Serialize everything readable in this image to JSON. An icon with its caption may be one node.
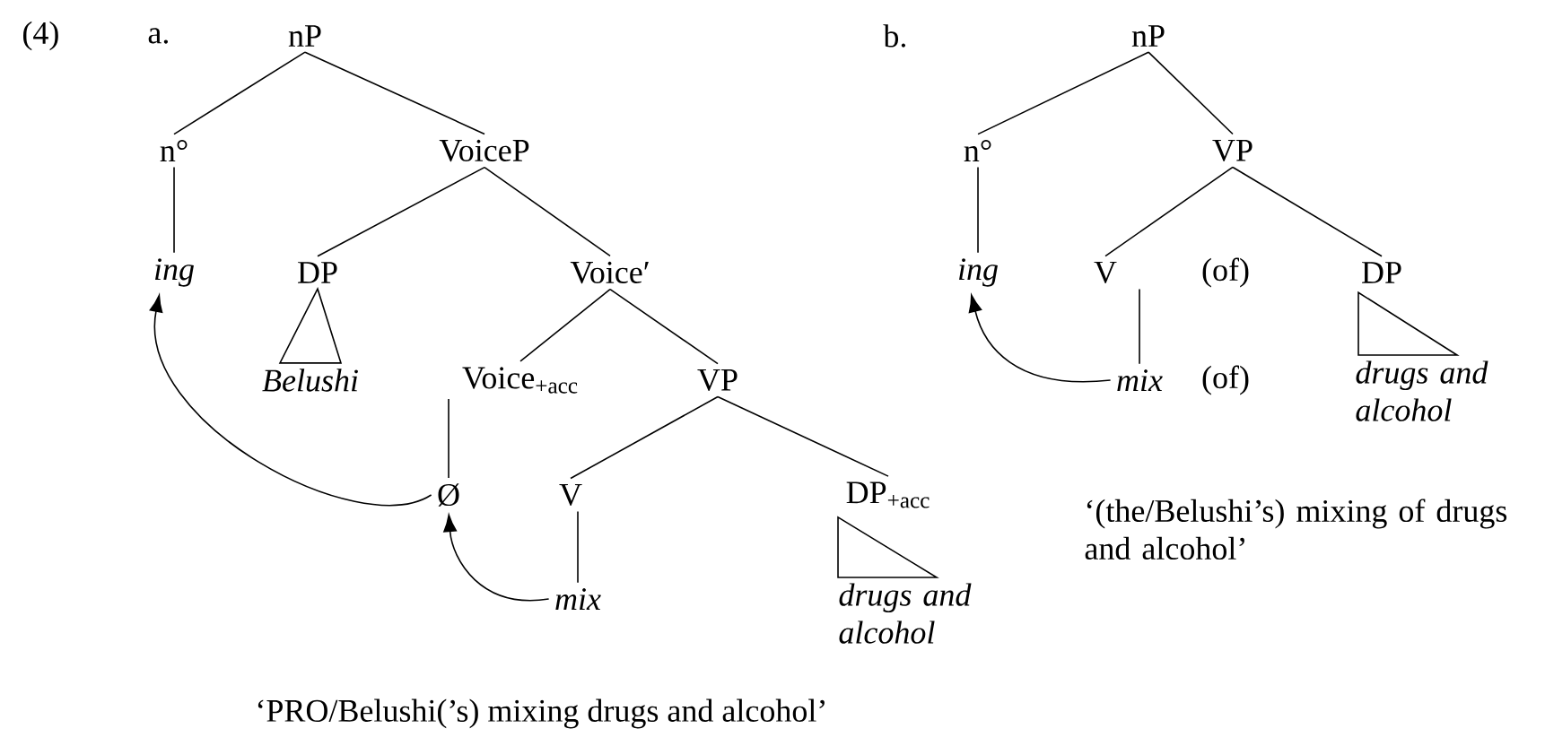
{
  "diagram": {
    "nodes": [
      {
        "text": [
          "nP"
        ]
      },
      {
        "text": [
          "n°"
        ]
      },
      {
        "text": [
          "VoiceP"
        ]
      },
      {
        "text": [
          "ing"
        ]
      },
      {
        "text": [
          "DP"
        ]
      },
      {
        "text": [
          "Voice′"
        ]
      },
      {
        "text": [
          "Belushi"
        ]
      },
      {
        "text": [
          "Voice$_{+acc}$"
        ]
      },
      {
        "text": [
          "VP"
        ]
      },
      {
        "text": [
          "Ø"
        ]
      },
      {
        "text": [
          "V"
        ]
      },
      {
        "text": [
          "DP$_{+acc}$"
        ]
      },
      {
        "text": [
          "mix"
        ]
      },
      {
        "text": [
          "drugs and alcohol"
        ]
      },
      {
        "text": [
          "nP"
        ]
      },
      {
        "text": [
          "n°"
        ]
      },
      {
        "text": [
          "VP"
        ]
      },
      {
        "text": [
          "ing"
        ]
      },
      {
        "text": [
          "V"
        ]
      },
      {
        "text": [
          "(of)"
        ]
      },
      {
        "text": [
          "DP"
        ]
      },
      {
        "text": [
          "mix"
        ]
      },
      {
        "text": [
          "(of)"
        ]
      },
      {
        "text": [
          "drugs and alcohol"
        ]
      }
    ],
    "edges": [
      {
        "from": 0,
        "to": 1,
        "arrow": "none"
      },
      {
        "from": 0,
        "to": 2,
        "arrow": "none"
      },
      {
        "from": 1,
        "to": 3,
        "arrow": "none"
      },
      {
        "from": 2,
        "to": 4,
        "arrow": "none"
      },
      {
        "from": 2,
        "to": 5,
        "arrow": "none"
      },
      {
        "from": 4,
        "to": 6,
        "arrow": "none"
      },
      {
        "from": 5,
        "to": 7,
        "arrow": "none"
      },
      {
        "from": 5,
        "to": 8,
        "arrow": "none"
      },
      {
        "from": 7,
        "to": 9,
        "arrow": "none"
      },
      {
        "from": 8,
        "to": 10,
        "arrow": "none"
      },
      {
        "from": 8,
        "to": 11,
        "arrow": "none"
      },
      {
        "from": 10,
        "to": 12,
        "arrow": "none"
      },
      {
        "from": 11,
        "to": 13,
        "arrow": "none"
      },
      {
        "from": 9,
        "to": 3,
        "arrow": "to"
      },
      {
        "from": 12,
        "to": 9,
        "arrow": "to"
      },
      {
        "from": 14,
        "to": 15,
        "arrow": "none"
      },
      {
        "from": 14,
        "to": 16,
        "arrow": "none"
      },
      {
        "from": 15,
        "to": 17,
        "arrow": "none"
      },
      {
        "from": 16,
        "to": 18,
        "arrow": "none"
      },
      {
        "from": 16,
        "to": 20,
        "arrow": "none"
      },
      {
        "from": 18,
        "to": 21,
        "arrow": "none"
      },
      {
        "from": 20,
        "to": 23,
        "arrow": "none"
      },
      {
        "from": 21,
        "to": 17,
        "arrow": "to"
      }
    ],
    "labels": [
      "(4)",
      "a.",
      "b.",
      "‘(the/Belushi’s) mixing of drugs and alcohol’",
      "‘PRO/Belushi(’s) mixing drugs and alcohol’"
    ]
  }
}
